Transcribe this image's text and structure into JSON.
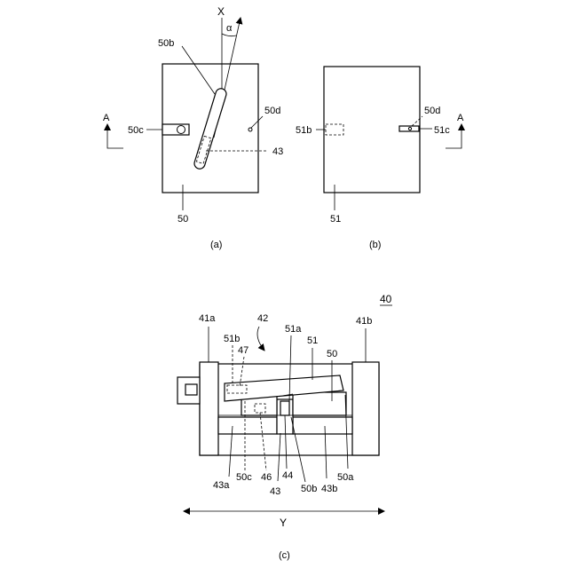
{
  "panels": {
    "a": {
      "caption": "(a)",
      "labels": {
        "x": "X",
        "alpha": "α",
        "b50": "50b",
        "c50": "50c",
        "d50": "50d",
        "n43": "43",
        "n50": "50",
        "section": "A"
      }
    },
    "b": {
      "caption": "(b)",
      "labels": {
        "b51": "51b",
        "d50": "50d",
        "c51": "51c",
        "n51": "51",
        "section": "A"
      }
    },
    "c": {
      "caption": "(c)",
      "labels": {
        "n40": "40",
        "n42": "42",
        "a41": "41a",
        "b41": "41b",
        "b51": "51b",
        "n47": "47",
        "a51": "51a",
        "n51": "51",
        "n50": "50",
        "c50": "50c",
        "n46": "46",
        "n44": "44",
        "n43": "43",
        "b50": "50b",
        "a43": "43a",
        "b43": "43b",
        "a50": "50a",
        "y": "Y"
      }
    }
  }
}
